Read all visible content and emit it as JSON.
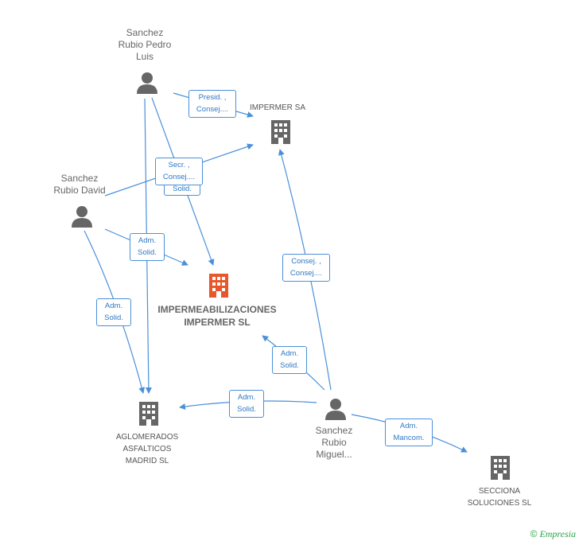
{
  "nodes": {
    "person_pedro": "Sanchez\nRubio Pedro\nLuis",
    "person_david": "Sanchez\nRubio David",
    "person_miguel": "Sanchez\nRubio\nMiguel...",
    "company_impermer_sa": "IMPERMER SA",
    "company_main": "IMPERMEABILIZACIONES\nIMPERMER SL",
    "company_aglomerados": "AGLOMERADOS\nASFALTICOS\nMADRID SL",
    "company_secciona": "SECCIONA\nSOLUCIONES  SL"
  },
  "edges": {
    "pedro_impermer": "Presid. ,\nConsej....",
    "david_impermer": "Secr. ,\nConsej....",
    "pedro_main": "Solid.",
    "david_main": "Adm.\nSolid.",
    "david_aglomerados": "Adm.\nSolid.",
    "miguel_impermer": "Consej. ,\nConsej....",
    "miguel_main": "Adm.\nSolid.",
    "miguel_aglomerados": "Adm.\nSolid.",
    "miguel_secciona": "Adm.\nMancom."
  },
  "colors": {
    "edge": "#4a90d9",
    "person_icon": "#666666",
    "company_icon": "#666666",
    "main_icon": "#e8572a"
  },
  "brand": {
    "symbol": "©",
    "name": "Empresia"
  }
}
